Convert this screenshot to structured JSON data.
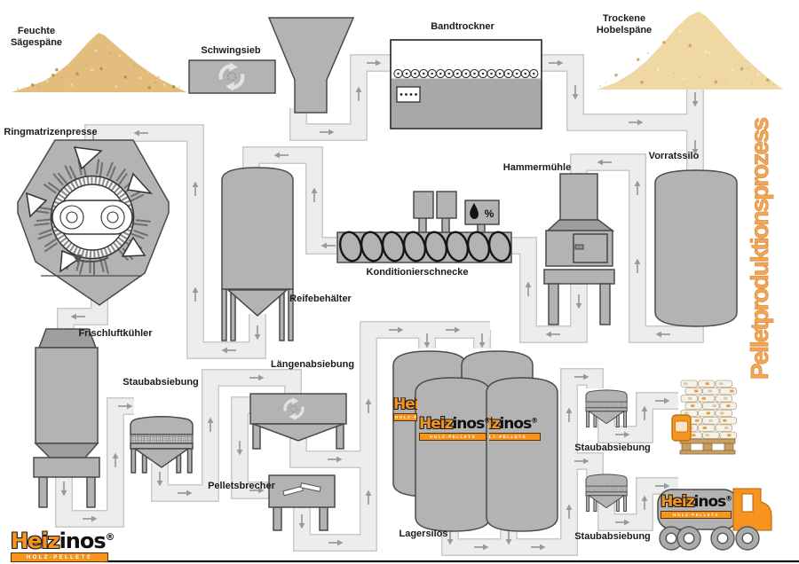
{
  "title": "Pelletproduktionsprozess",
  "brand": {
    "part1": "Heiz",
    "part2": "inos",
    "registered": "®",
    "tagline": "HOLZ-PELLETS"
  },
  "labels": {
    "wet_sawdust": "Feuchte\nSägespäne",
    "vibrating_screen": "Schwingsieb",
    "belt_dryer": "Bandtrockner",
    "dry_shavings": "Trockene\nHobelspäne",
    "ring_die_press": "Ringmatrizenpresse",
    "maturing_bin": "Reifebehälter",
    "conditioning_screw": "Konditionierschnecke",
    "hammer_mill": "Hammermühle",
    "storage_silo": "Vorratssilo",
    "fresh_air_cooler": "Frischluftkühler",
    "dust_screening_1": "Staubabsiebung",
    "length_screening": "Längenabsiebung",
    "pellet_crusher": "Pelletsbrecher",
    "storage_silos": "Lagersilos",
    "dust_screening_2": "Staubabsiebung",
    "dust_screening_3": "Staubabsiebung",
    "moisture_percent": "%"
  },
  "colors": {
    "accent_orange": "#F7941E",
    "title_fill": "#F2A65A",
    "title_stroke": "#E0913D",
    "equipment_gray": "#b3b3b3",
    "equipment_dark": "#9e9e9e",
    "outline": "#4a4a4a",
    "pipe_fill": "#ededed",
    "pipe_border": "#c9c9c9",
    "arrow_gray": "#9a9a9a",
    "sawdust_wet": "#e3bd7d",
    "shavings_dry": "#efd8a4",
    "ink": "#1b1b1b"
  }
}
